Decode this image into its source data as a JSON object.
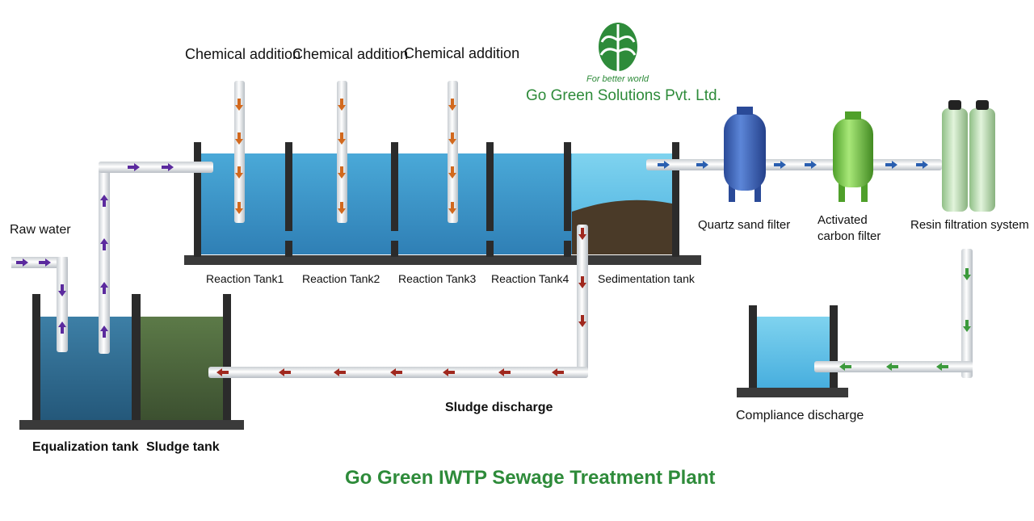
{
  "header": {
    "chemical_labels": [
      "Chemical addition",
      "Chemical addition",
      "Chemical addition"
    ]
  },
  "brand": {
    "tagline": "For better world",
    "name": "Go Green Solutions Pvt. Ltd.",
    "logo_icon": "leaf-icon",
    "color": "#2e8b3a"
  },
  "inputs": {
    "raw_water": "Raw water"
  },
  "tanks": {
    "reaction": [
      "Reaction Tank1",
      "Reaction Tank2",
      "Reaction Tank3",
      "Reaction Tank4"
    ],
    "sedimentation": "Sedimentation tank",
    "equalization": "Equalization tank",
    "sludge": "Sludge tank",
    "compliance": "Compliance discharge"
  },
  "filters": {
    "quartz": "Quartz sand filter",
    "carbon_line1": "Activated",
    "carbon_line2": "carbon filter",
    "resin": "Resin filtration system"
  },
  "flows": {
    "sludge_discharge": "Sludge discharge"
  },
  "footer": {
    "title": "Go Green IWTP Sewage Treatment Plant"
  },
  "colors": {
    "water": "#3f9fd0",
    "water_light": "#6cc6ea",
    "sludge": "#4a3a28",
    "sludge_tank": "#4f6a3e",
    "wall": "#2b2b2b",
    "arrow_purple": "#5b2a9e",
    "arrow_orange": "#d2691e",
    "arrow_red": "#a0281e",
    "arrow_blue": "#2a5fb0",
    "arrow_green": "#3c9a3c",
    "quartz_vessel": "#3a5fb8",
    "carbon_vessel": "#7ccc4a",
    "resin_vessel": "#b8ddb0"
  }
}
